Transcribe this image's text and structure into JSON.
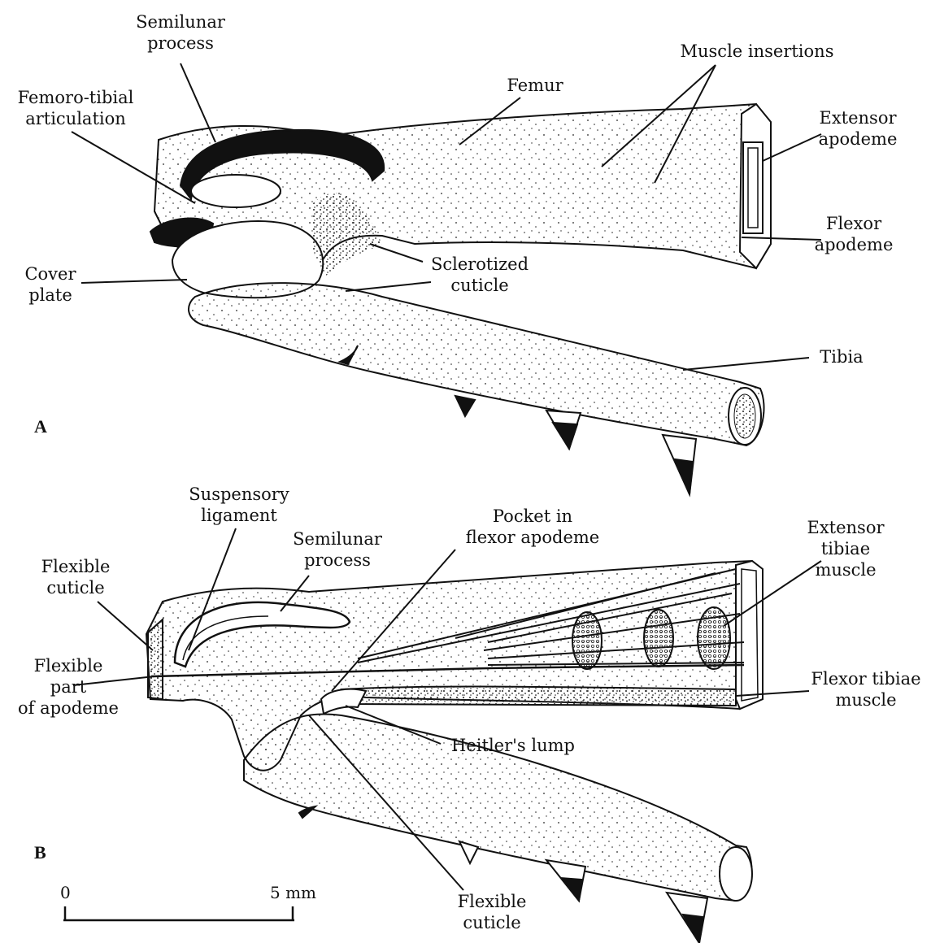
{
  "panel_a": {
    "letter": "A",
    "labels": {
      "semilunar_process": "Semilunar\nprocess",
      "femoro_tibial": "Femoro-tibial\narticulation",
      "femur": "Femur",
      "muscle_insertions": "Muscle insertions",
      "extensor_apodeme": "Extensor\napodeme",
      "flexor_apodeme": "Flexor\napodeme",
      "cover_plate": "Cover\nplate",
      "sclerotized_cuticle": "Sclerotized\ncuticle",
      "tibia": "Tibia"
    }
  },
  "panel_b": {
    "letter": "B",
    "labels": {
      "suspensory_ligament": "Suspensory\nligament",
      "semilunar_process": "Semilunar\nprocess",
      "pocket": "Pocket in\nflexor apodeme",
      "extensor_muscle": "Extensor\ntibiae\nmuscle",
      "flexible_cuticle_top": "Flexible\ncuticle",
      "flexible_part": "Flexible\npart\nof apodeme",
      "flexor_muscle": "Flexor tibiae\nmuscle",
      "heitlers_lump": "Heitler's lump",
      "flexible_cuticle_bottom": "Flexible\ncuticle"
    }
  },
  "scale_bar": {
    "start": "0",
    "end": "5 mm"
  },
  "colors": {
    "ink": "#111111",
    "paper": "#ffffff"
  }
}
